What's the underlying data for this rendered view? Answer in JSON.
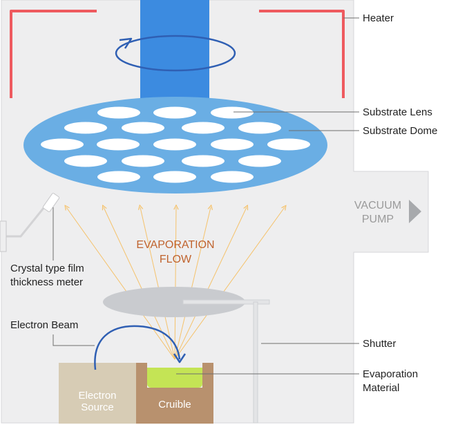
{
  "labels": {
    "heater": "Heater",
    "substrate_lens": "Substrate Lens",
    "substrate_dome": "Substrate Dome",
    "vacuum_pump_line1": "VACUUM",
    "vacuum_pump_line2": "PUMP",
    "evaporation_flow_line1": "EVAPORATION",
    "evaporation_flow_line2": "FLOW",
    "crystal_meter_line1": "Crystal type film",
    "crystal_meter_line2": "thickness meter",
    "electron_beam": "Electron Beam",
    "shutter": "Shutter",
    "evaporation_material_line1": "Evaporation",
    "evaporation_material_line2": "Material",
    "electron_source_line1": "Electron",
    "electron_source_line2": "Source",
    "crucible": "Cruible"
  },
  "colors": {
    "chamber": "#eeeeef",
    "chamber_stroke": "#d6d6d8",
    "heater": "#ee5a5f",
    "shaft": "#3c8be0",
    "rotation_arrow": "#2f5fb3",
    "dome": "#6aaee4",
    "lens": "#ffffff",
    "flow": "#f5c26b",
    "flow_text": "#c0632e",
    "shutter": "#cfd1d4",
    "electron_source": "#d7ccb5",
    "crucible": "#b8916e",
    "material": "#c4e455",
    "beam": "#2f5fb3",
    "leader": "#6e6e6e",
    "label_text": "#222222",
    "pump_text": "#9a9a9a"
  }
}
